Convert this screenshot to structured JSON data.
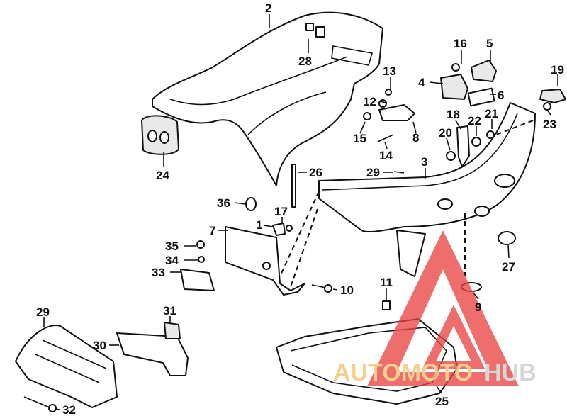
{
  "callouts": [
    {
      "id": "2",
      "label": "2"
    },
    {
      "id": "28",
      "label": "28"
    },
    {
      "id": "16",
      "label": "16"
    },
    {
      "id": "5",
      "label": "5"
    },
    {
      "id": "13",
      "label": "13"
    },
    {
      "id": "4",
      "label": "4"
    },
    {
      "id": "6",
      "label": "6"
    },
    {
      "id": "19",
      "label": "19"
    },
    {
      "id": "12",
      "label": "12"
    },
    {
      "id": "18",
      "label": "18"
    },
    {
      "id": "22",
      "label": "22"
    },
    {
      "id": "21",
      "label": "21"
    },
    {
      "id": "23",
      "label": "23"
    },
    {
      "id": "15",
      "label": "15"
    },
    {
      "id": "8",
      "label": "8"
    },
    {
      "id": "20",
      "label": "20"
    },
    {
      "id": "14",
      "label": "14"
    },
    {
      "id": "24",
      "label": "24"
    },
    {
      "id": "26",
      "label": "26"
    },
    {
      "id": "29a",
      "label": "29"
    },
    {
      "id": "3",
      "label": "3"
    },
    {
      "id": "36",
      "label": "36"
    },
    {
      "id": "17",
      "label": "17"
    },
    {
      "id": "1",
      "label": "1"
    },
    {
      "id": "7",
      "label": "7"
    },
    {
      "id": "35",
      "label": "35"
    },
    {
      "id": "34",
      "label": "34"
    },
    {
      "id": "33",
      "label": "33"
    },
    {
      "id": "27",
      "label": "27"
    },
    {
      "id": "10",
      "label": "10"
    },
    {
      "id": "11",
      "label": "11"
    },
    {
      "id": "9",
      "label": "9"
    },
    {
      "id": "29b",
      "label": "29"
    },
    {
      "id": "31",
      "label": "31"
    },
    {
      "id": "30",
      "label": "30"
    },
    {
      "id": "25",
      "label": "25"
    },
    {
      "id": "32",
      "label": "32"
    }
  ],
  "watermark": {
    "text_main": "AUTOMOTO",
    "text_accent": "HUB",
    "triangle_color": "#e8433f",
    "text_main_color": "#f3c77a",
    "text_accent_color": "#d0d0d0"
  }
}
